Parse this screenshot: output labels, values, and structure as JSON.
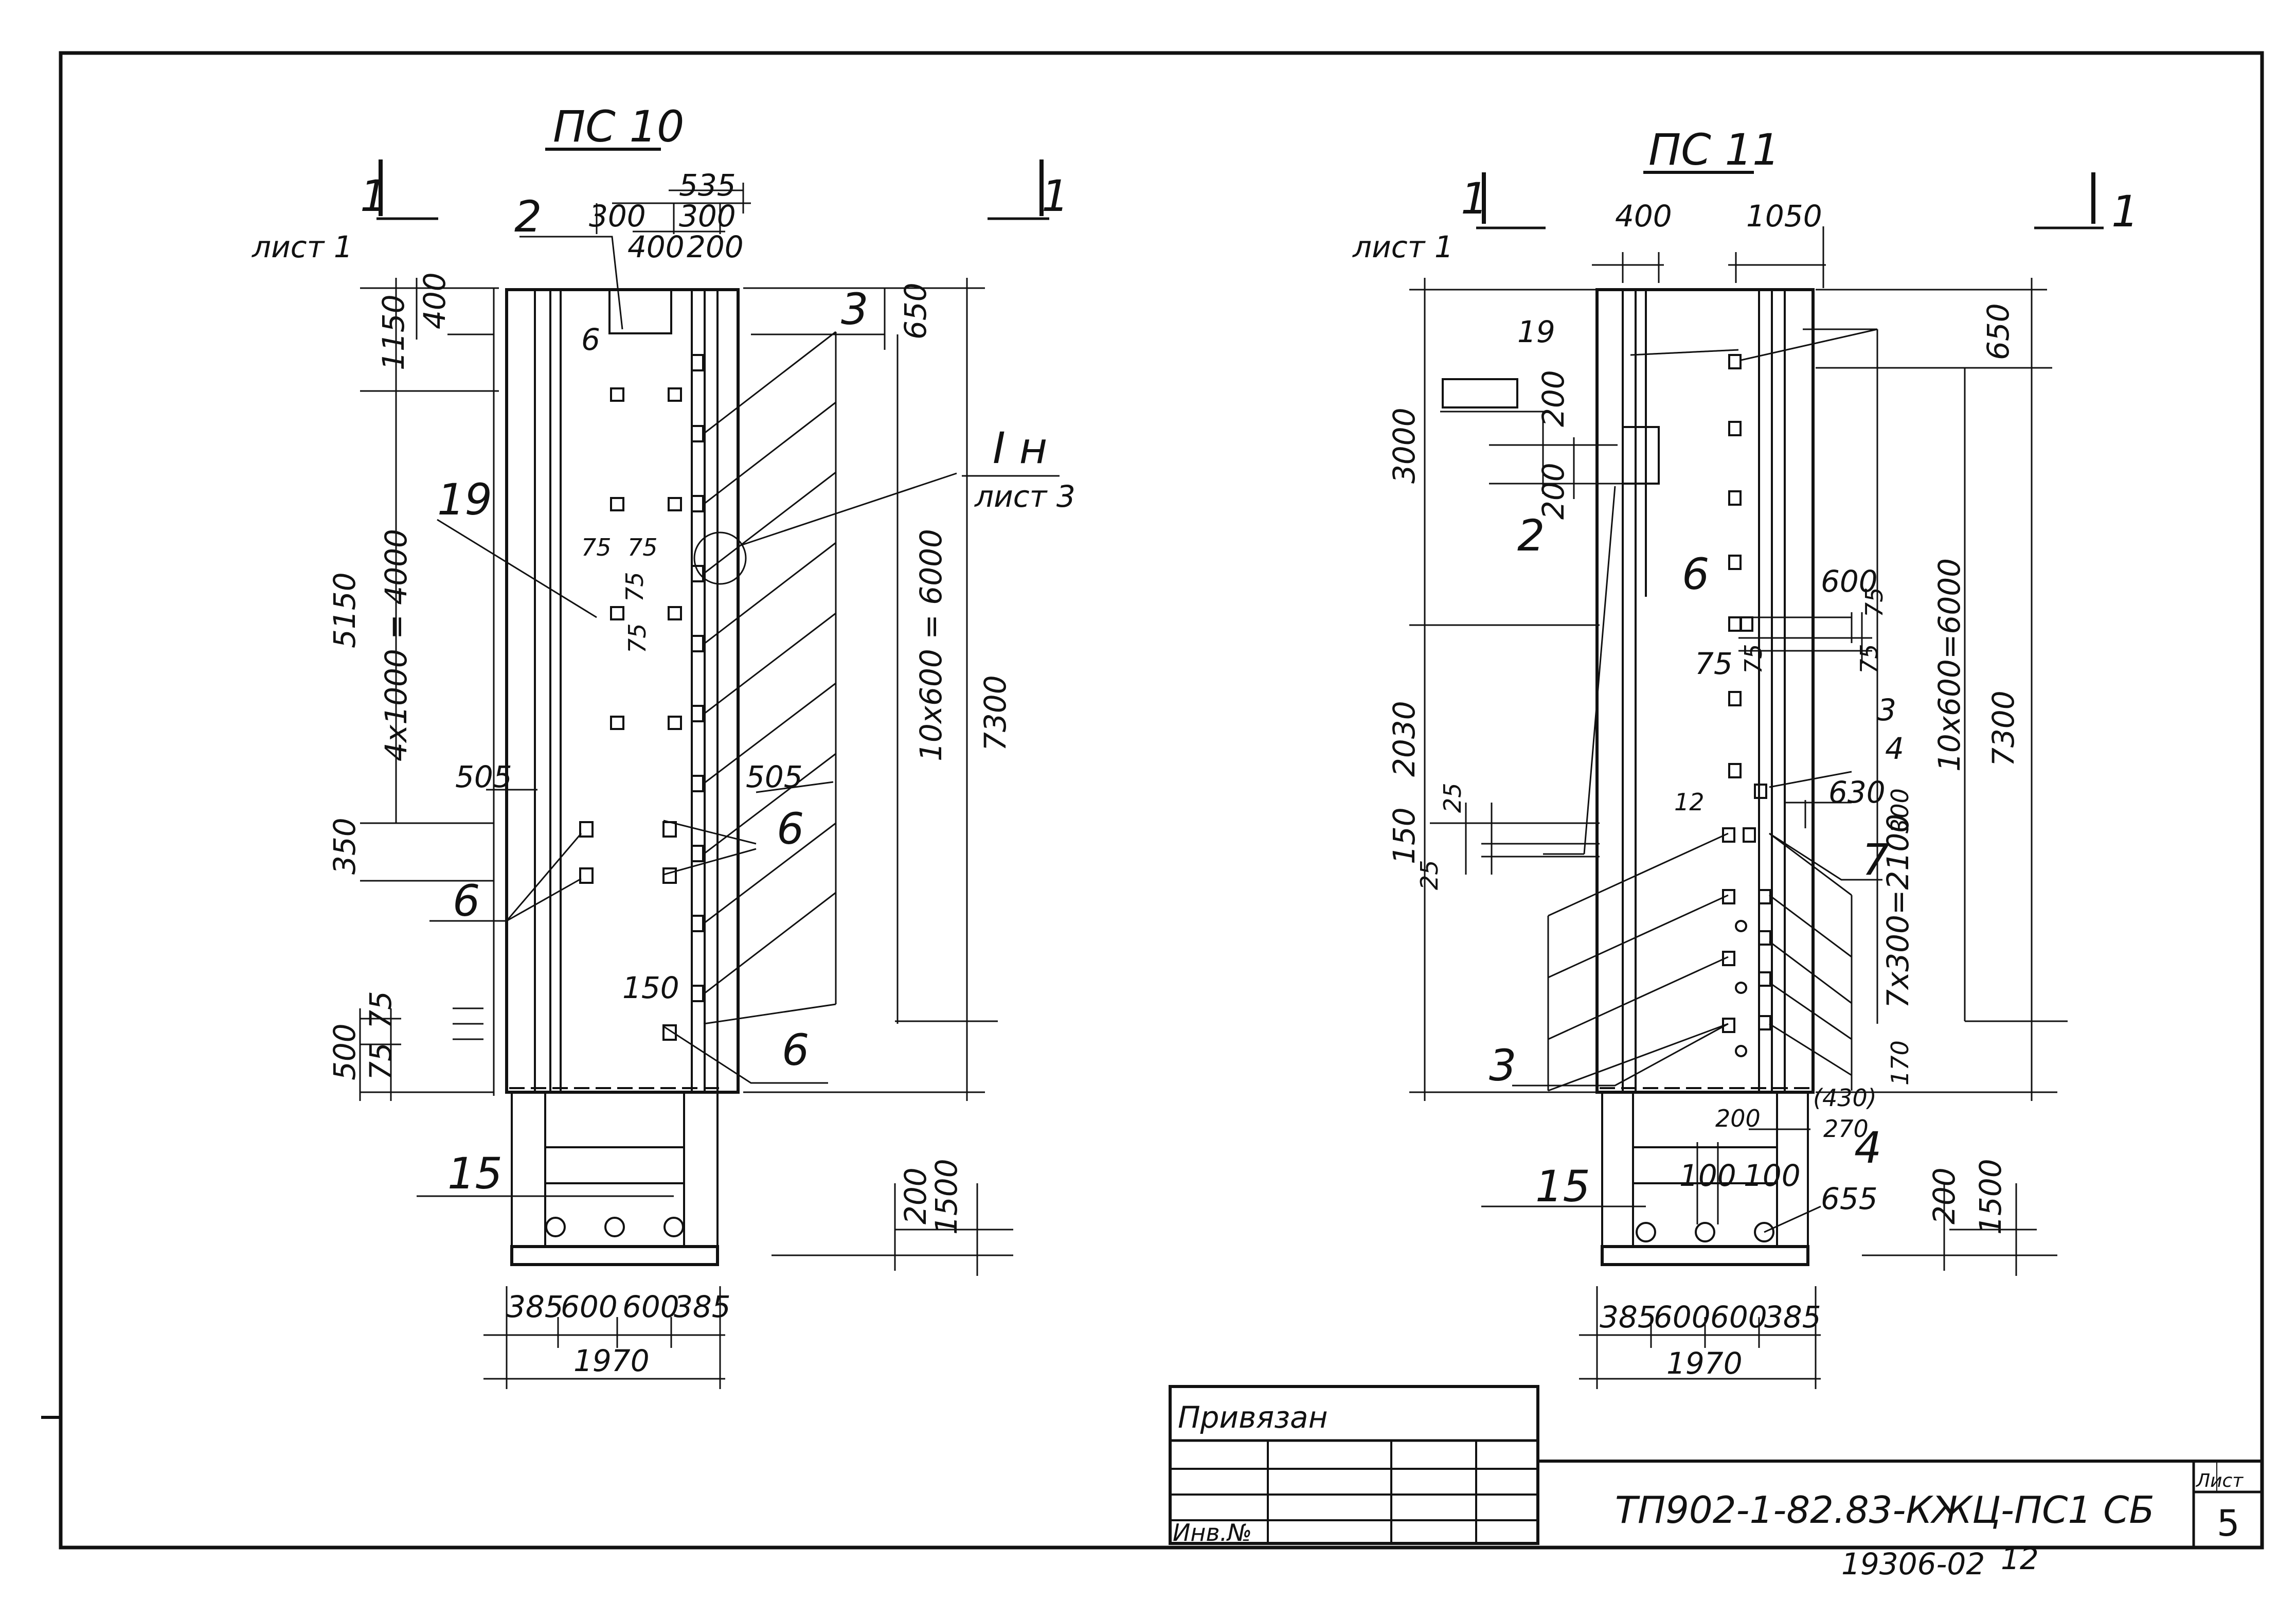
{
  "views": {
    "left": {
      "title": "ПС 10",
      "section_left": "1",
      "section_right": "1",
      "sheet_ref": "лист 1",
      "callout_ref": "I н",
      "callout_sheet": "лист 3",
      "dims_top": [
        "535",
        "300",
        "300",
        "400",
        "200"
      ],
      "dims_left": [
        "1150",
        "400",
        "5150",
        "4х1000 = 4000",
        "350",
        "500",
        "75",
        "75"
      ],
      "dims_right": [
        "650",
        "10х600 = 6000",
        "7300",
        "200",
        "1500"
      ],
      "dims_mid": [
        "75",
        "75",
        "75",
        "75",
        "505",
        "505",
        "150"
      ],
      "dims_bottom": [
        "385",
        "600",
        "600",
        "385",
        "1970"
      ],
      "marks": [
        "2",
        "3",
        "6",
        "19",
        "6",
        "6",
        "6",
        "15"
      ]
    },
    "right": {
      "title": "ПС 11",
      "section_left": "1",
      "section_right": "1",
      "sheet_ref": "лист 1",
      "dims_top": [
        "400",
        "1050"
      ],
      "dims_left": [
        "3000",
        "200",
        "200",
        "2030",
        "25",
        "150",
        "25"
      ],
      "dims_right": [
        "650",
        "10х600=6000",
        "7300",
        "200",
        "1500"
      ],
      "dims_mid": [
        "600",
        "75",
        "75",
        "75",
        "75",
        "630",
        "300",
        "12",
        "7х300=2100",
        "170",
        "(430)",
        "270",
        "200",
        "100",
        "100",
        "655"
      ],
      "dims_bottom": [
        "385",
        "600",
        "600",
        "385",
        "1970"
      ],
      "marks": [
        "19",
        "2",
        "6",
        "3",
        "4",
        "7",
        "3",
        "4",
        "15"
      ]
    }
  },
  "title_block": {
    "bound_label": "Привязан",
    "inv_label": "Инв.№",
    "code": "ТП902-1-82.83-КЖЦ-ПС1 СБ",
    "sheet_label": "Лист",
    "sheet_number": "5",
    "footer_number": "19306-02",
    "footer_suffix": "12"
  }
}
